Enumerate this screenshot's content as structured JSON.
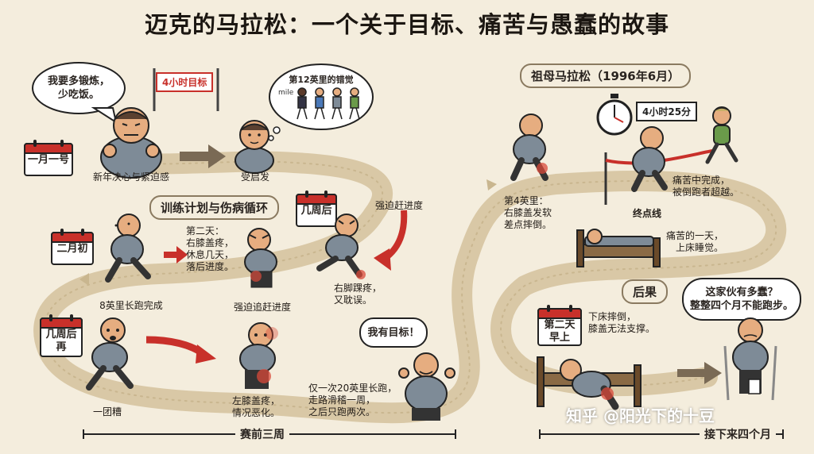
{
  "title": "迈克的马拉松：一个关于目标、痛苦与愚蠢的故事",
  "sections": {
    "training_cycle": "训练计划与伤病循环",
    "race": "祖母马拉松（1996年6月）",
    "aftermath": "后果"
  },
  "calendars": {
    "jan1": "一月一号",
    "feb_early": "二月初",
    "weeks_later": "几周后",
    "weeks_later_again": [
      "几周后",
      "再"
    ],
    "day_two": [
      "第二天",
      "早上"
    ]
  },
  "bubbles": {
    "resolve": [
      "我要多锻炼，",
      "少吃饭。"
    ],
    "goal": "我有目标！",
    "fool": [
      "这家伙有多蠢？",
      "整整四个月不能跑步。"
    ],
    "mile12_title": "第12英里的错觉",
    "mile_sign": "mile"
  },
  "tags": {
    "four_hour_goal": "4小时目标",
    "finish_time": "4小时25分"
  },
  "captions": {
    "new_year": "新年决心与紧迫感",
    "set_off": "受启发",
    "catch_up": "强迫赶进度",
    "eight_miles": "8英里长跑完成",
    "day2": [
      "第二天：",
      "右膝盖疼，",
      "休息几天，",
      "落后进度。"
    ],
    "force_catch_up": "强迫追赶进度",
    "right_ankle": [
      "右脚踝疼，",
      "又耽误。"
    ],
    "one_mess": "一团糟",
    "left_knee": [
      "左膝盖疼，",
      "情况恶化。"
    ],
    "only_one": [
      "仅一次20英里长跑，",
      "走路滑稽一周，",
      "之后只跑两次。"
    ],
    "mile4": [
      "第4英里：",
      "右膝盖发软",
      "差点摔倒。"
    ],
    "finish_line": "终点线",
    "painful_finish": [
      "痛苦中完成，",
      "被倒跑者超越。"
    ],
    "painful_day": [
      "痛苦的一天，",
      "上床睡觉。"
    ],
    "fell_out": [
      "下床摔倒，",
      "膝盖无法支撑。"
    ]
  },
  "timeline": {
    "three_weeks": "赛前三周",
    "four_months": "接下来四个月"
  },
  "watermark": "知乎 @阳光下的十豆",
  "colors": {
    "background": "#f4eddd",
    "road": "#d9c8a6",
    "accent_red": "#c8302a",
    "shirt": "#7e8b97",
    "skin": "#e6ad80"
  }
}
